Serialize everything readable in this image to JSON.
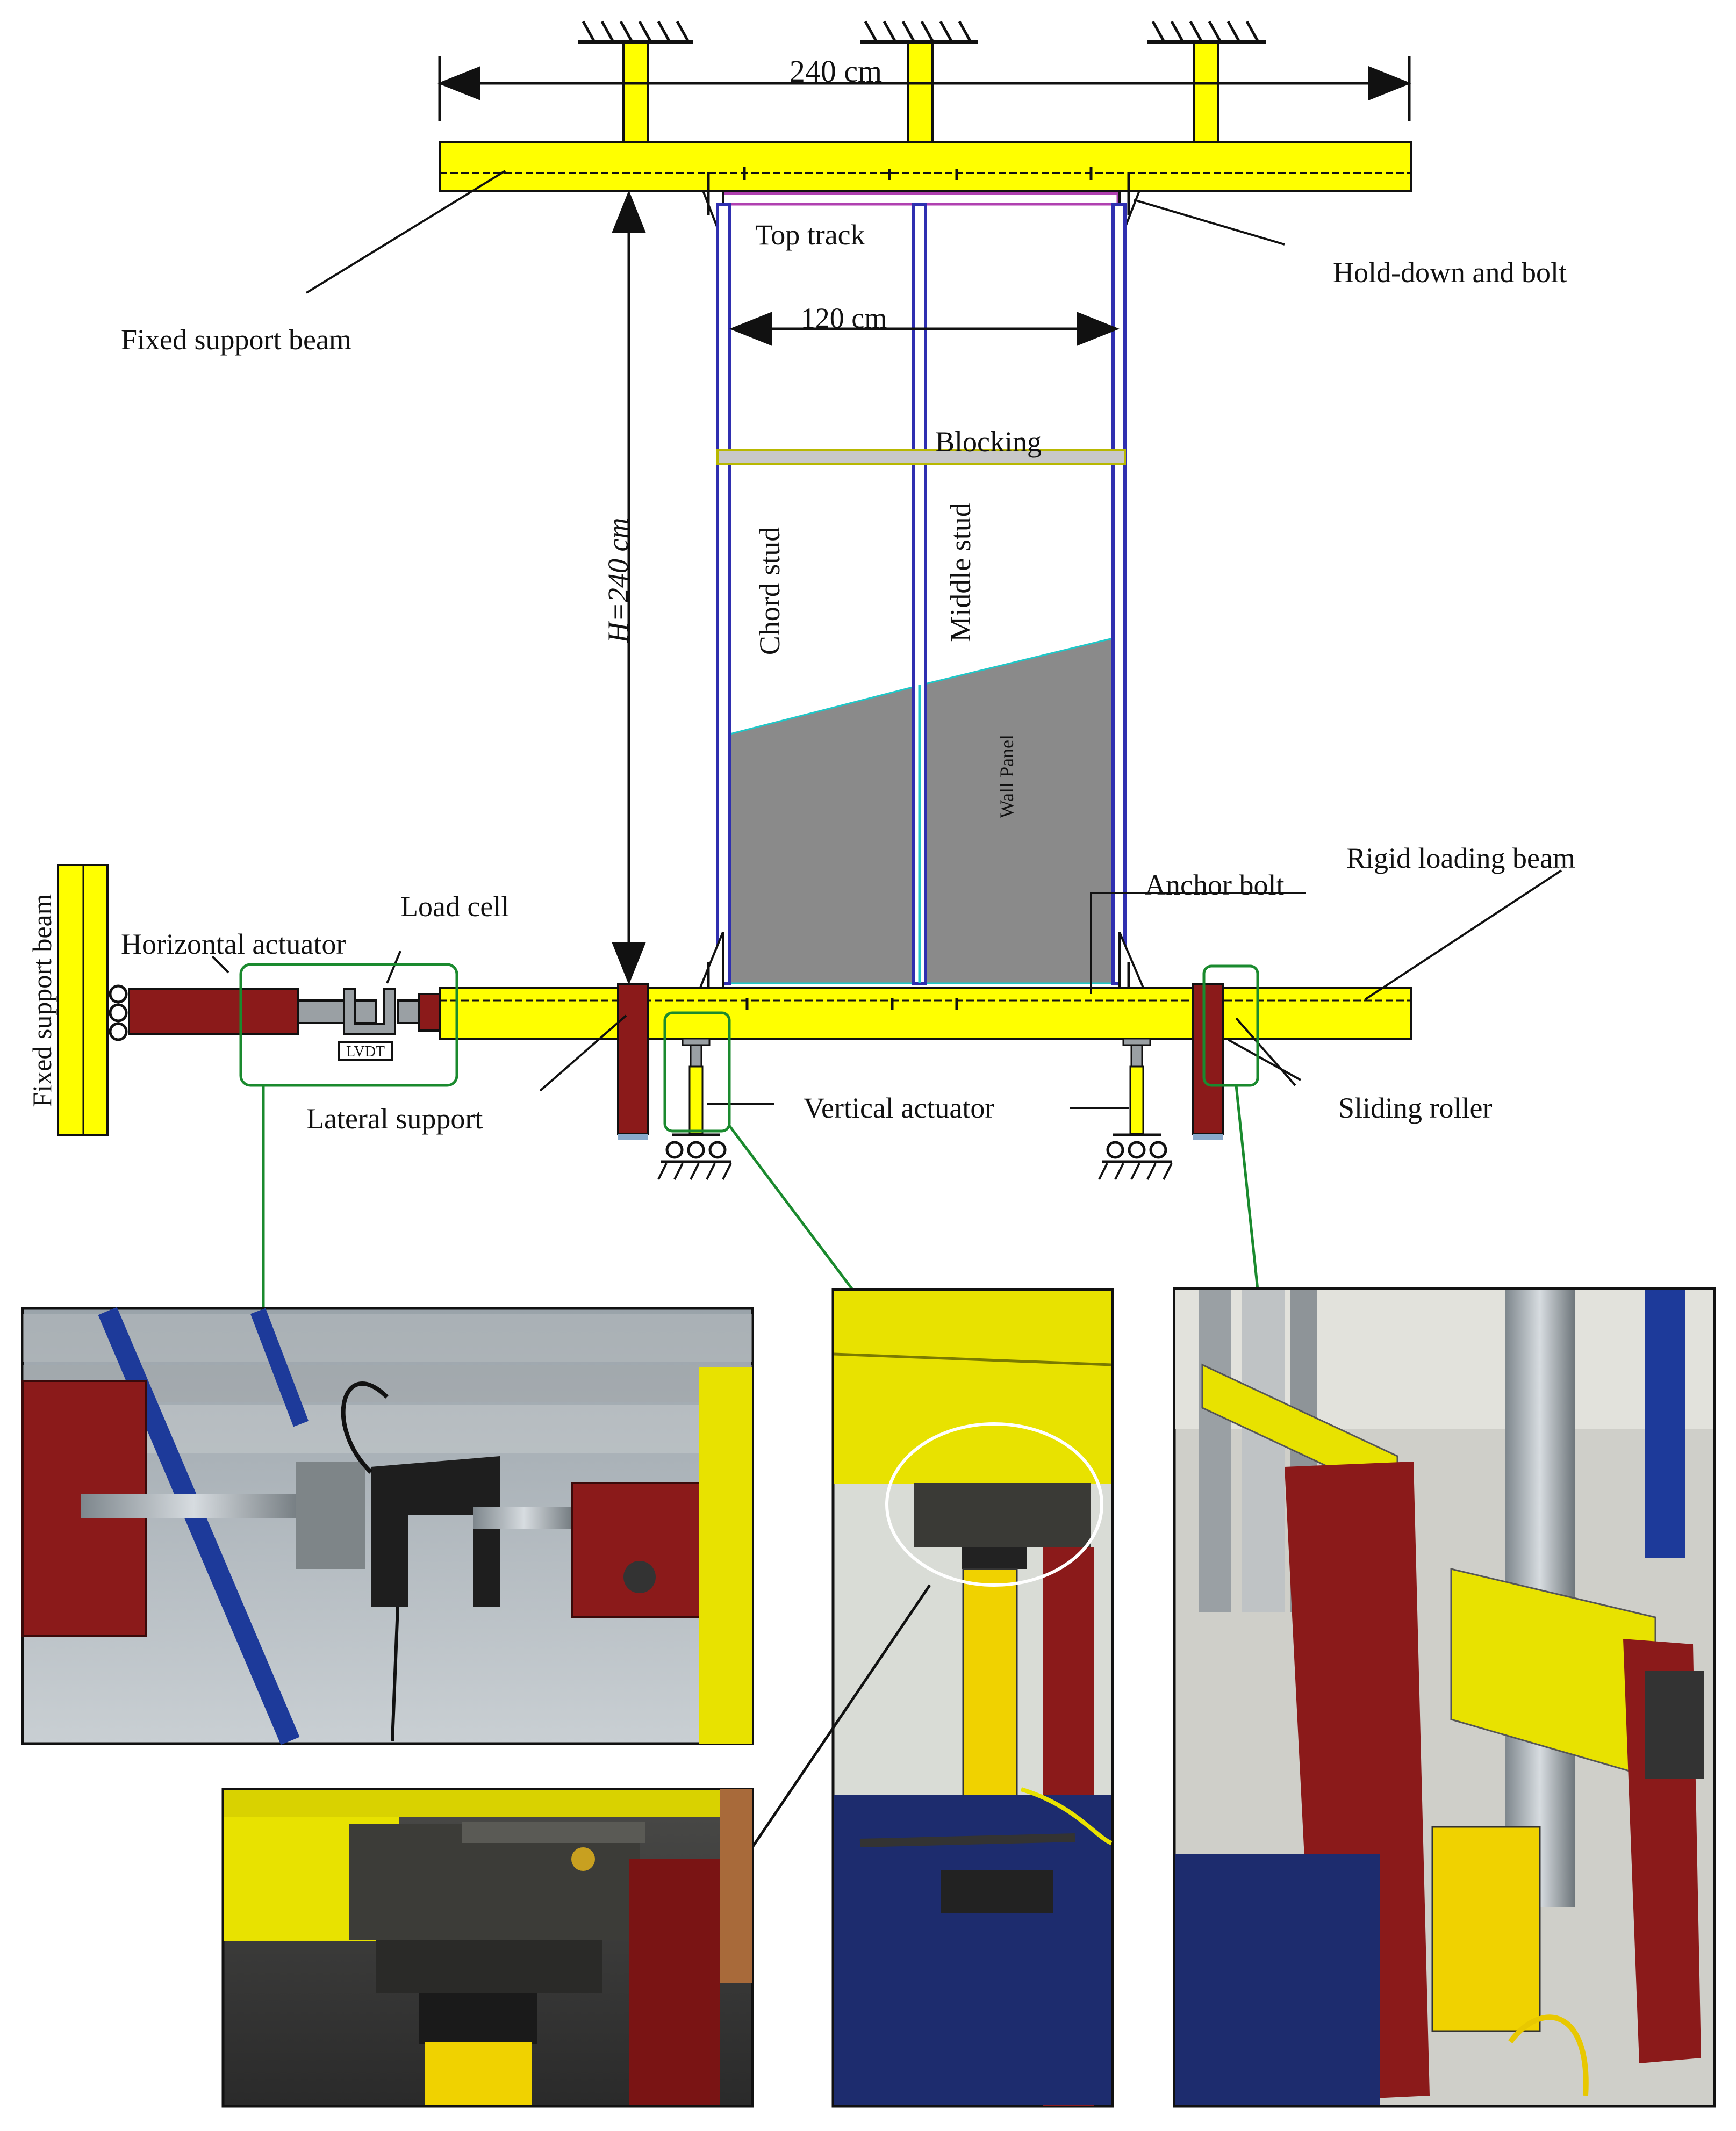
{
  "colors": {
    "beam_yellow": "#ffff00",
    "actuator_red": "#8b1a1a",
    "panel_gray": "#8a8a8a",
    "stud_blue": "#2f2fb0",
    "callout_green": "#1a8a2e",
    "outline": "#111111"
  },
  "dimensions": {
    "top_width": "240 cm",
    "stud_spacing": "120 cm",
    "height": "H=240 cm"
  },
  "labels": {
    "fixed_support_beam_top": "Fixed support beam",
    "fixed_support_beam_left": "Fixed support beam",
    "hold_down": "Hold-down and bolt",
    "top_track": "Top track",
    "blocking": "Blocking",
    "chord_stud": "Chord stud",
    "middle_stud": "Middle stud",
    "wall_panel": "Wall Panel",
    "anchor_bolt": "Anchor bolt",
    "rigid_loading_beam": "Rigid loading beam",
    "load_cell": "Load cell",
    "horizontal_actuator": "Horizontal actuator",
    "lvdt": "LVDT",
    "lateral_support": "Lateral support",
    "vertical_actuator": "Vertical actuator",
    "sliding_roller": "Sliding roller"
  },
  "photos": [
    {
      "name": "load-cell-photo",
      "subject": "horizontal actuator with load cell"
    },
    {
      "name": "vertical-actuator-photo",
      "subject": "vertical actuator under loading beam"
    },
    {
      "name": "sliding-roller-detail-photo",
      "subject": "close-up of actuator head"
    },
    {
      "name": "lateral-support-photo",
      "subject": "lateral support with sliding roller"
    }
  ]
}
